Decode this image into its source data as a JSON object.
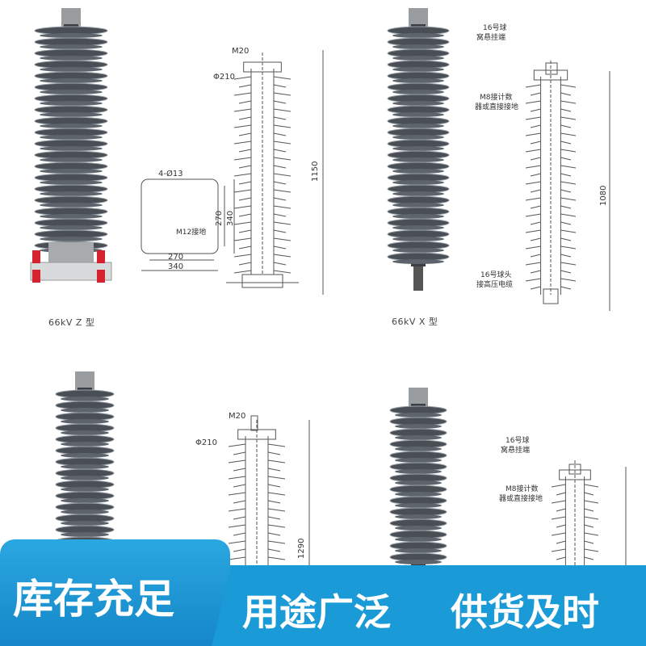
{
  "products": [
    {
      "caption": "66kV Z 型"
    },
    {
      "caption": "66kV X 型"
    }
  ],
  "drawing_z": {
    "top_bolt": "M20",
    "diameter": "Φ210",
    "height": "1150",
    "holes": "4-Ø13",
    "ground": "M12接地",
    "inner_dim": "270",
    "outer_dim": "340",
    "inner_dim_v": "270",
    "outer_dim_v": "340"
  },
  "drawing_x": {
    "top_label_1": "16号球",
    "top_label_2": "窝悬挂端",
    "mid_label_1": "M8接计数",
    "mid_label_2": "器或直接接地",
    "bottom_label_1": "16号球头",
    "bottom_label_2": "接高压电缆",
    "height": "1080"
  },
  "drawing_z2": {
    "top_bolt": "M20",
    "diameter": "Φ210",
    "height": "1290"
  },
  "drawing_x2": {
    "top_label_1": "16号球",
    "top_label_2": "窝悬挂端",
    "mid_label_1": "M8接计数",
    "mid_label_2": "器或直接接地"
  },
  "banner": {
    "left": "库存充足",
    "middle": "用途广泛",
    "right": "供货及时"
  },
  "colors": {
    "banner": "#1a9ad6",
    "shed": "#4a4f55"
  }
}
